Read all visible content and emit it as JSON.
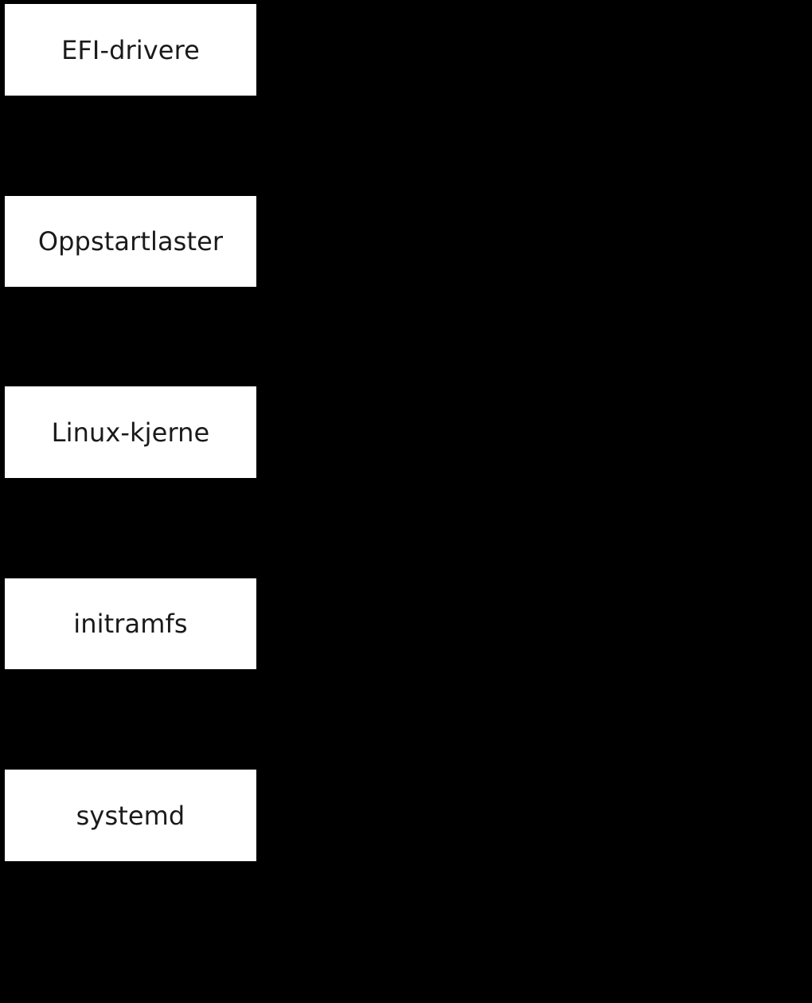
{
  "diagram": {
    "background_color": "#000000",
    "box_fill_color": "#ffffff",
    "text_color": "#1a1a1a",
    "stages": [
      {
        "label": "EFI-drivere"
      },
      {
        "label": "Oppstartlaster"
      },
      {
        "label": "Linux-kjerne"
      },
      {
        "label": "initramfs"
      },
      {
        "label": "systemd"
      }
    ]
  }
}
